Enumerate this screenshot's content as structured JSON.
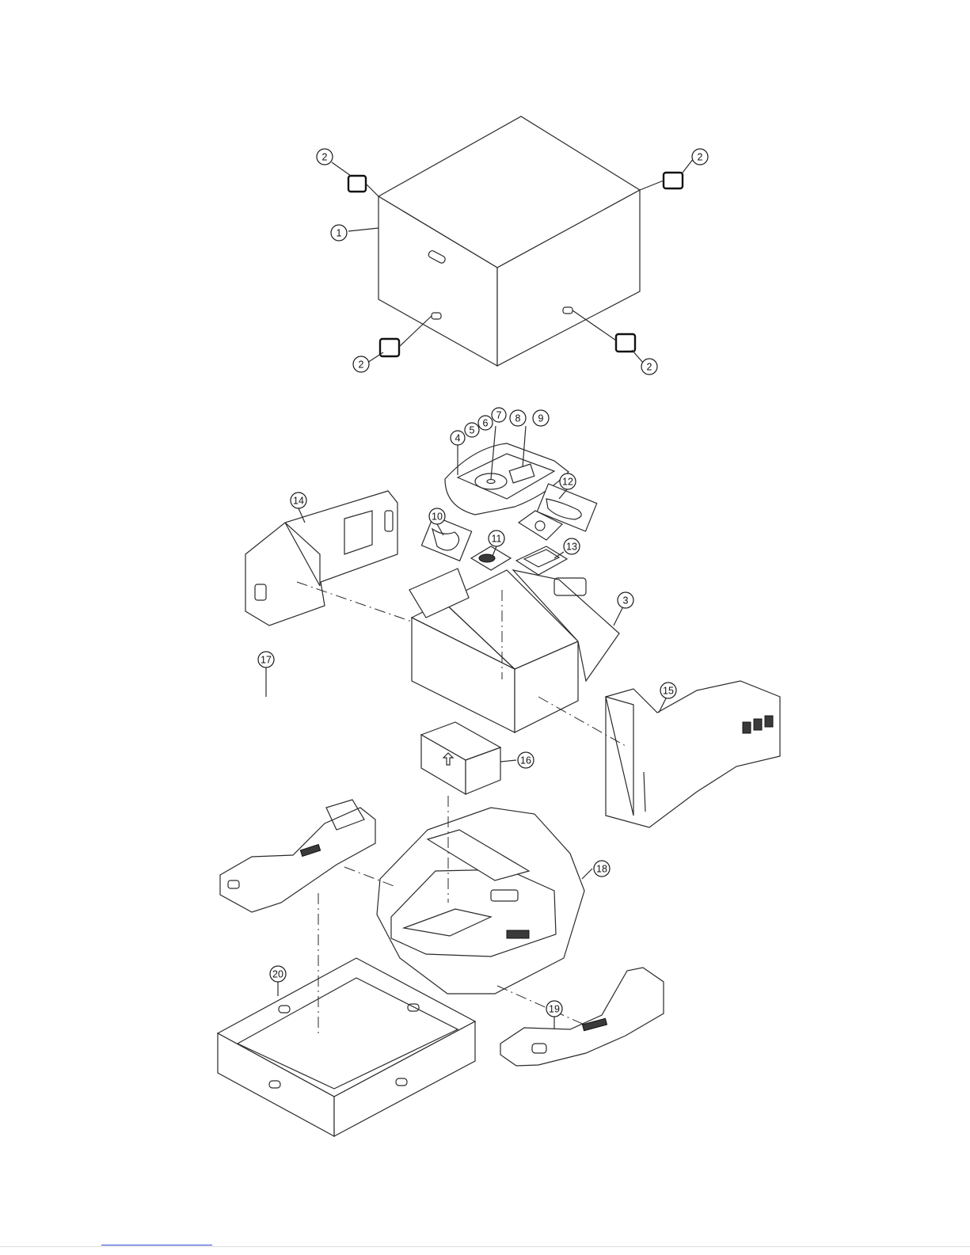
{
  "diagram": {
    "callouts": [
      {
        "id": "c1",
        "label": "1"
      },
      {
        "id": "c2a",
        "label": "2"
      },
      {
        "id": "c2b",
        "label": "2"
      },
      {
        "id": "c2c",
        "label": "2"
      },
      {
        "id": "c2d",
        "label": "2"
      },
      {
        "id": "c3",
        "label": "3"
      },
      {
        "id": "c4",
        "label": "4"
      },
      {
        "id": "c5",
        "label": "5"
      },
      {
        "id": "c6",
        "label": "6"
      },
      {
        "id": "c7",
        "label": "7"
      },
      {
        "id": "c8",
        "label": "8"
      },
      {
        "id": "c9",
        "label": "9"
      },
      {
        "id": "c10",
        "label": "10"
      },
      {
        "id": "c11",
        "label": "11"
      },
      {
        "id": "c12",
        "label": "12"
      },
      {
        "id": "c13",
        "label": "13"
      },
      {
        "id": "c14",
        "label": "14"
      },
      {
        "id": "c15",
        "label": "15"
      },
      {
        "id": "c16",
        "label": "16"
      },
      {
        "id": "c17",
        "label": "17"
      },
      {
        "id": "c18",
        "label": "18"
      },
      {
        "id": "c19",
        "label": "19"
      },
      {
        "id": "c20",
        "label": "20"
      }
    ]
  },
  "colors": {
    "line": "#2a2a2a",
    "link": "#2a3fd6",
    "background": "#ffffff"
  }
}
